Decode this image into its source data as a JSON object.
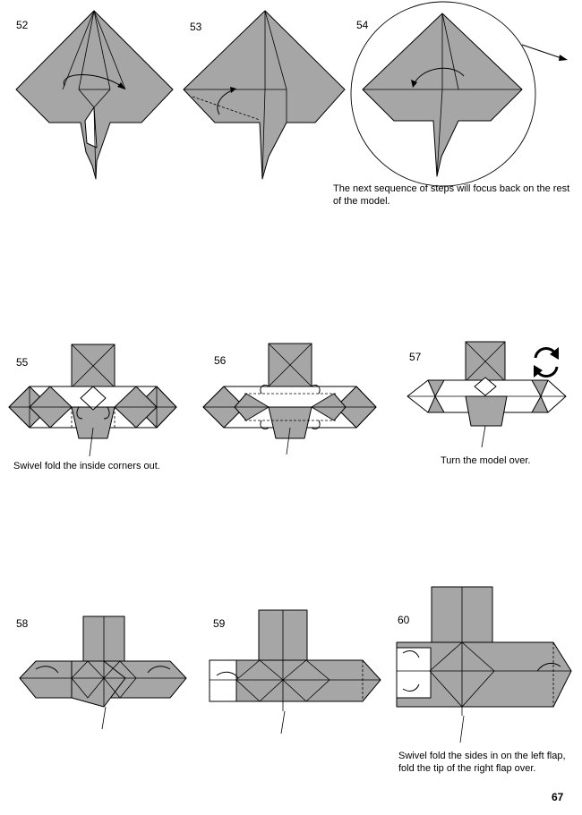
{
  "steps": {
    "s52": {
      "number": "52"
    },
    "s53": {
      "number": "53"
    },
    "s54": {
      "number": "54",
      "caption": "The next sequence of steps will focus back on the rest of the model."
    },
    "s55": {
      "number": "55",
      "caption": "Swivel fold the inside corners out."
    },
    "s56": {
      "number": "56"
    },
    "s57": {
      "number": "57",
      "caption": "Turn the model over."
    },
    "s58": {
      "number": "58"
    },
    "s59": {
      "number": "59"
    },
    "s60": {
      "number": "60",
      "caption": "Swivel fold the sides in on the left flap, fold the tip of the right flap over."
    }
  },
  "page_number": "67",
  "icons": {
    "turn_over": "turn-over-icon",
    "zoom_arrow": "arrow-icon"
  },
  "colors": {
    "paper_colored": "#a6a6a6",
    "paper_white": "#ffffff",
    "lines": "#000000"
  }
}
